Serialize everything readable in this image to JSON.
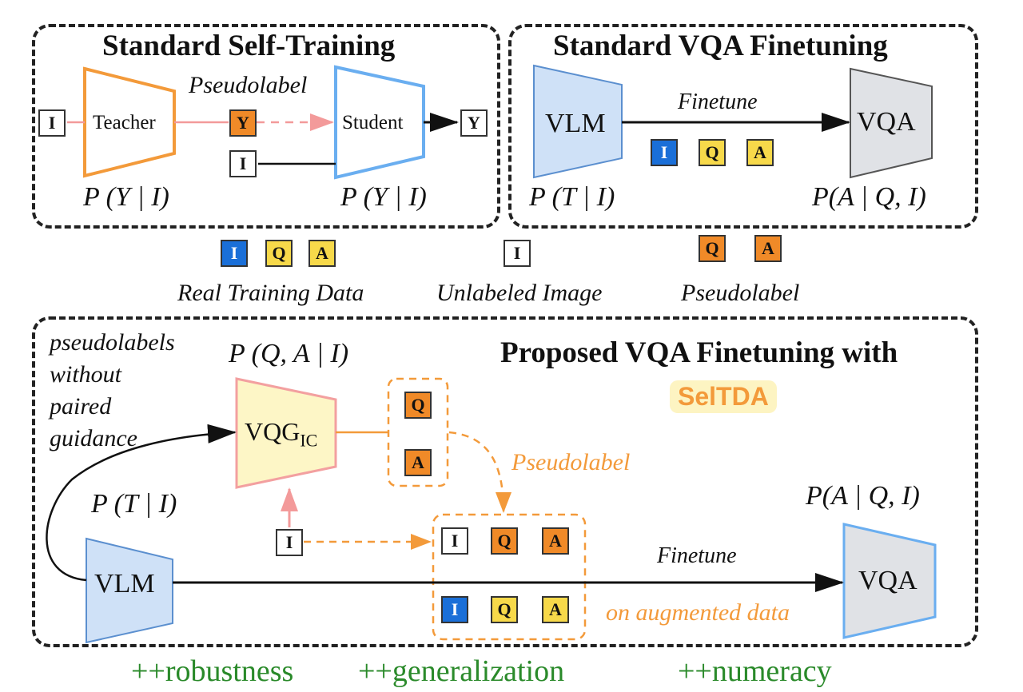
{
  "panels": {
    "self_training": {
      "title": "Standard Self-Training",
      "teacher": "Teacher",
      "student": "Student",
      "pseudolabel": "Pseudolabel",
      "teacher_prob": "P (Y | I)",
      "student_prob": "P (Y | I)",
      "token_i": "I",
      "token_y": "Y"
    },
    "vqa_finetuning": {
      "title": "Standard VQA Finetuning",
      "vlm": "VLM",
      "vqa": "VQA",
      "finetune": "Finetune",
      "vlm_prob": "P (T | I)",
      "vqa_prob": "P(A | Q, I)",
      "tokens": [
        "I",
        "Q",
        "A"
      ]
    },
    "proposed": {
      "title": "Proposed VQA Finetuning with",
      "badge": "SelTDA",
      "note": [
        "pseudolabels",
        "without",
        "paired",
        "guidance"
      ],
      "vqg_prob": "P (Q, A | I)",
      "vqg_main": "VQG",
      "vqg_sub": "IC",
      "vlm": "VLM",
      "vlm_prob": "P (T | I)",
      "vqa": "VQA",
      "vqa_prob": "P(A | Q, I)",
      "pseudolabel": "Pseudolabel",
      "finetune": "Finetune",
      "augmented": "on augmented data",
      "tokens": [
        "I",
        "Q",
        "A"
      ]
    }
  },
  "legend": {
    "real": "Real Training Data",
    "unlabeled": "Unlabeled Image",
    "pseudolabel": "Pseudolabel",
    "tokens": [
      "I",
      "Q",
      "A"
    ]
  },
  "benefits": [
    "++robustness",
    "++generalization",
    "++numeracy"
  ],
  "colors": {
    "image_token": "#1a6fd8",
    "real_token": "#f7d94a",
    "pseudo_token": "#f08a28",
    "pseudo_text": "#f39a3a",
    "benefit_text": "#2a8a2a",
    "teacher_outline": "#f39a3a",
    "student_outline": "#6aaef0"
  }
}
